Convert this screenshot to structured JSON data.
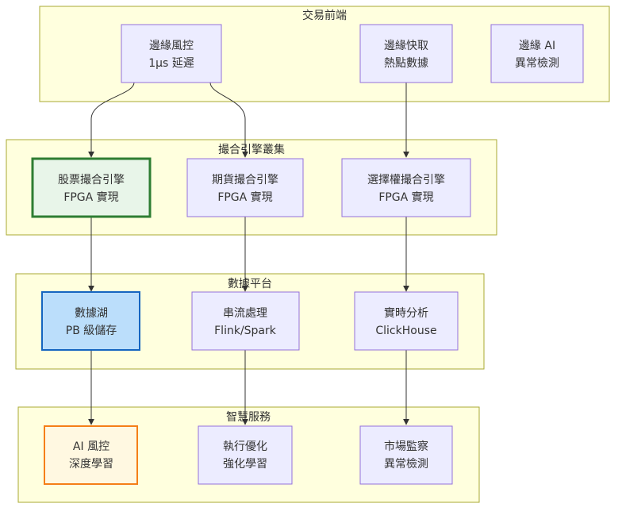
{
  "clusters": {
    "frontend": {
      "label": "交易前端"
    },
    "matching": {
      "label": "撮合引擎叢集"
    },
    "data": {
      "label": "數據平台"
    },
    "smart": {
      "label": "智慧服務"
    }
  },
  "nodes": {
    "edge_risk": {
      "line1": "邊緣風控",
      "line2": "1μs 延遲"
    },
    "edge_cache": {
      "line1": "邊緣快取",
      "line2": "熱點數據"
    },
    "edge_ai": {
      "line1": "邊緣 AI",
      "line2": "異常檢測"
    },
    "stock_match": {
      "line1": "股票撮合引擎",
      "line2": "FPGA 實現"
    },
    "futures_match": {
      "line1": "期貨撮合引擎",
      "line2": "FPGA 實現"
    },
    "option_match": {
      "line1": "選擇權撮合引擎",
      "line2": "FPGA 實現"
    },
    "data_lake": {
      "line1": "數據湖",
      "line2": "PB 級儲存"
    },
    "stream": {
      "line1": "串流處理",
      "line2": "Flink/Spark"
    },
    "realtime": {
      "line1": "實時分析",
      "line2": "ClickHouse"
    },
    "ai_risk": {
      "line1": "AI 風控",
      "line2": "深度學習"
    },
    "exec_opt": {
      "line1": "執行優化",
      "line2": "強化學習"
    },
    "market_watch": {
      "line1": "市場監察",
      "line2": "異常檢測"
    }
  },
  "edges": [
    [
      "edge_risk",
      "stock_match"
    ],
    [
      "edge_risk",
      "futures_match"
    ],
    [
      "edge_cache",
      "option_match"
    ],
    [
      "stock_match",
      "data_lake"
    ],
    [
      "futures_match",
      "stream"
    ],
    [
      "option_match",
      "realtime"
    ],
    [
      "data_lake",
      "ai_risk"
    ],
    [
      "stream",
      "exec_opt"
    ],
    [
      "realtime",
      "market_watch"
    ]
  ],
  "colors": {
    "cluster_fill": "#ffffde",
    "cluster_stroke": "#aaaa33",
    "node_fill": "#ececff",
    "node_stroke": "#9370db",
    "stock_match_fill": "#e8f5e9",
    "stock_match_stroke": "#2e7d32",
    "data_lake_fill": "#bbdefb",
    "data_lake_stroke": "#1565c0",
    "ai_risk_fill": "#fff8e1",
    "ai_risk_stroke": "#f57f17",
    "edge": "#333333"
  }
}
